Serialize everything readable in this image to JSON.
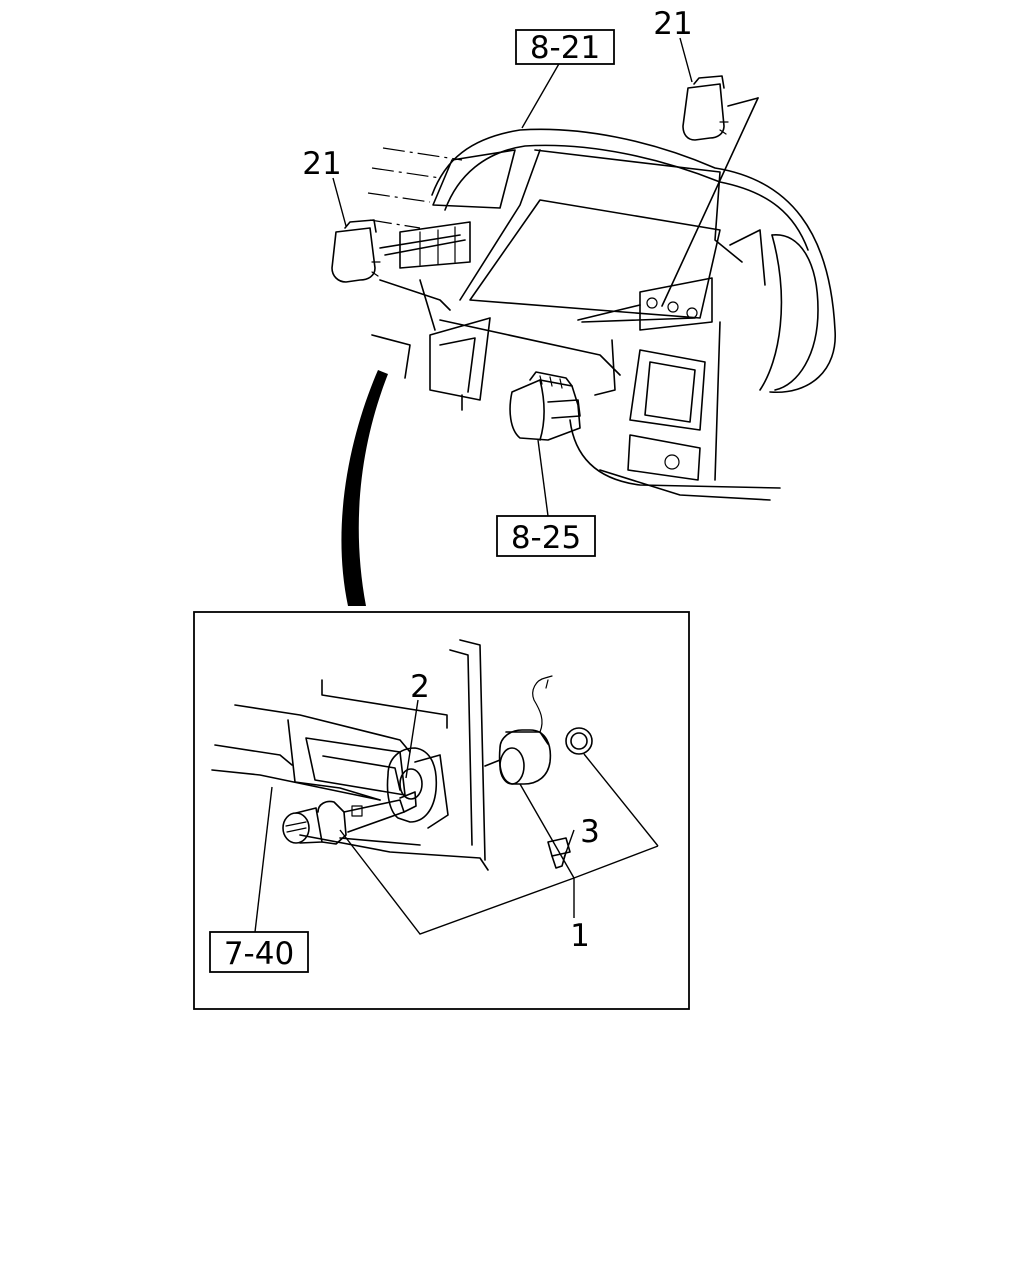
{
  "callouts": {
    "ref_top": "8-21",
    "ref_connector": "8-25",
    "ref_panel": "7-40",
    "part_21_left": "21",
    "part_21_right": "21",
    "part_1": "1",
    "part_2": "2",
    "part_3": "3"
  }
}
